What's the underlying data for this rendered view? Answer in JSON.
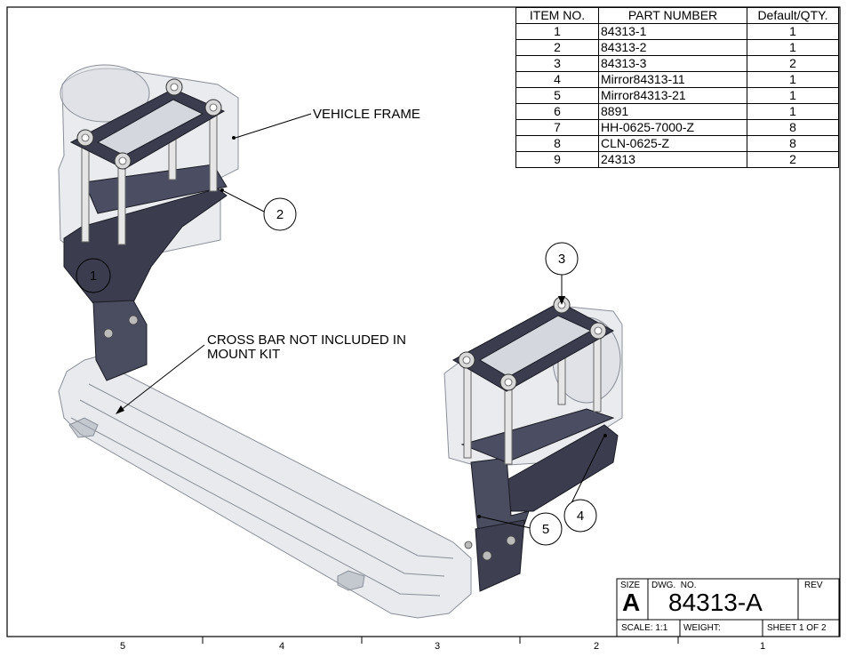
{
  "bom": {
    "headers": [
      "ITEM NO.",
      "PART NUMBER",
      "Default/QTY."
    ],
    "rows": [
      {
        "item": "1",
        "part": "84313-1",
        "qty": "1"
      },
      {
        "item": "2",
        "part": "84313-2",
        "qty": "1"
      },
      {
        "item": "3",
        "part": "84313-3",
        "qty": "2"
      },
      {
        "item": "4",
        "part": "Mirror84313-11",
        "qty": "1"
      },
      {
        "item": "5",
        "part": "Mirror84313-21",
        "qty": "1"
      },
      {
        "item": "6",
        "part": "8891",
        "qty": "1"
      },
      {
        "item": "7",
        "part": "HH-0625-7000-Z",
        "qty": "8"
      },
      {
        "item": "8",
        "part": "CLN-0625-Z",
        "qty": "8"
      },
      {
        "item": "9",
        "part": "24313",
        "qty": "2"
      }
    ]
  },
  "notes": {
    "vehicle_frame": "VEHICLE FRAME",
    "cross_bar_line1": "CROSS BAR NOT INCLUDED IN",
    "cross_bar_line2": "MOUNT KIT"
  },
  "balloons": {
    "b1": "1",
    "b2": "2",
    "b3": "3",
    "b4": "4",
    "b5": "5"
  },
  "title_block": {
    "size_label": "SIZE",
    "size_value": "A",
    "dwg_no_label": "DWG.  NO.",
    "dwg_no_value": "84313-A",
    "rev_label": "REV",
    "scale": "SCALE: 1:1",
    "weight": "WEIGHT:",
    "sheet": "SHEET 1 OF 2"
  },
  "zones": [
    "5",
    "4",
    "3",
    "2",
    "1"
  ]
}
